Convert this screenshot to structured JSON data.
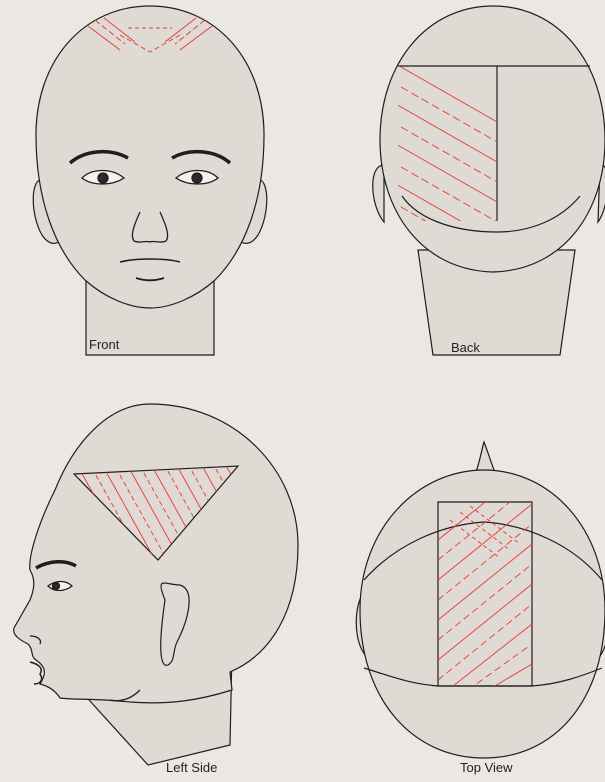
{
  "views": [
    {
      "id": "front",
      "label": "Front"
    },
    {
      "id": "back",
      "label": "Back"
    },
    {
      "id": "left-side",
      "label": "Left Side"
    },
    {
      "id": "top-view",
      "label": "Top View"
    }
  ],
  "colors": {
    "background": "#ebe7e3",
    "skin": "#e0dad5",
    "outline": "#1e1e1e",
    "section_lines": "#e8392f"
  }
}
